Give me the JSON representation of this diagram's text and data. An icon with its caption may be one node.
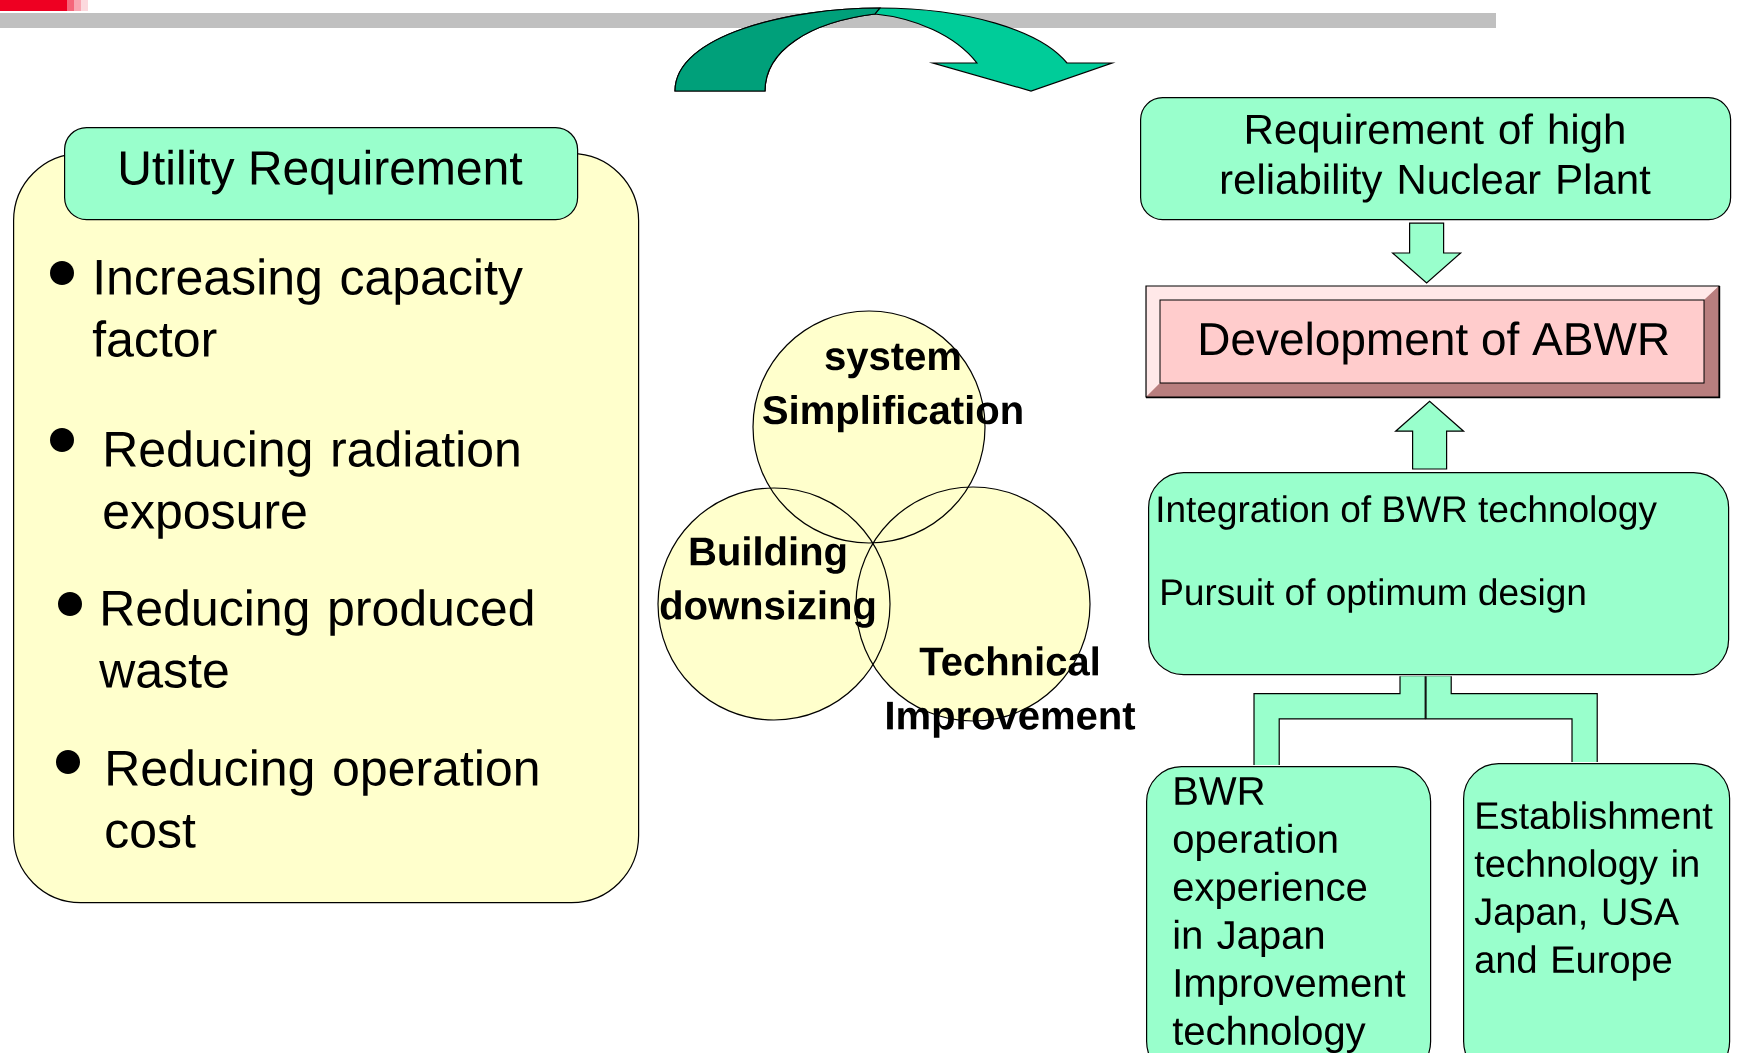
{
  "diagram": {
    "nodes": [
      {
        "text": [
          "Utility Requirement"
        ]
      },
      {
        "text": [
          "Increasing capacity factor",
          "Reducing radiation exposure",
          "Reducing produced waste",
          "Reducing operation cost"
        ]
      },
      {
        "text": [
          "system Simplification"
        ]
      },
      {
        "text": [
          "Building downsizing"
        ]
      },
      {
        "text": [
          "Technical Improvement"
        ]
      },
      {
        "text": [
          "Requirement of high reliability Nuclear Plant"
        ]
      },
      {
        "text": [
          "Development of ABWR"
        ]
      },
      {
        "text": [
          "Integration of BWR technology",
          "Pursuit of optimum design"
        ]
      },
      {
        "text": [
          "BWR operation experience in Japan Improvement technology"
        ]
      },
      {
        "text": [
          "Establishment technology in Japan, USA and Europe"
        ]
      }
    ],
    "edges": [
      {
        "from": 5,
        "to": 6,
        "arrow": "to"
      },
      {
        "from": 7,
        "to": 6,
        "arrow": "to"
      },
      {
        "from": 7,
        "to": 8,
        "arrow": "none"
      },
      {
        "from": 7,
        "to": 9,
        "arrow": "none"
      }
    ]
  }
}
